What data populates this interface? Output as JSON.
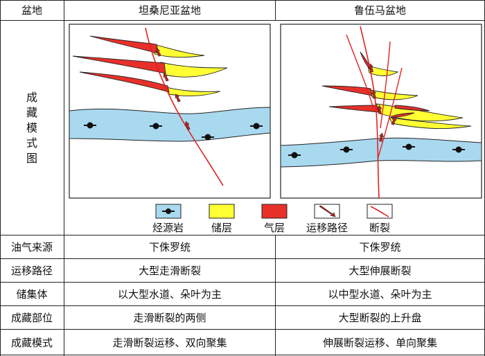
{
  "header": {
    "col0": "盆地",
    "col1": "坦桑尼亚盆地",
    "col2": "鲁伍马盆地"
  },
  "pattern_row_label": [
    "成",
    "藏",
    "模",
    "式",
    "图"
  ],
  "legend": {
    "source_rock": "烃源岩",
    "reservoir": "储层",
    "gas_layer": "气层",
    "migration": "运移路径",
    "fault": "断裂"
  },
  "rows": [
    {
      "label": "油气来源",
      "tanzania": "下侏罗统",
      "ruvuma": "下侏罗统"
    },
    {
      "label": "运移路径",
      "tanzania": "大型走滑断裂",
      "ruvuma": "大型伸展断裂"
    },
    {
      "label": "储集体",
      "tanzania": "以大型水道、朵叶为主",
      "ruvuma": "以中型水道、朵叶为主"
    },
    {
      "label": "成藏部位",
      "tanzania": "走滑断裂的两侧",
      "ruvuma": "大型断裂的上升盘"
    },
    {
      "label": "成藏模式",
      "tanzania": "走滑断裂运移、双向聚集",
      "ruvuma": "伸展断裂运移、单向聚集"
    }
  ],
  "colors": {
    "source_rock": "#a9d9ef",
    "reservoir": "#ffff33",
    "gas": "#e8302a",
    "fault": "#e02020",
    "line": "#222222"
  }
}
